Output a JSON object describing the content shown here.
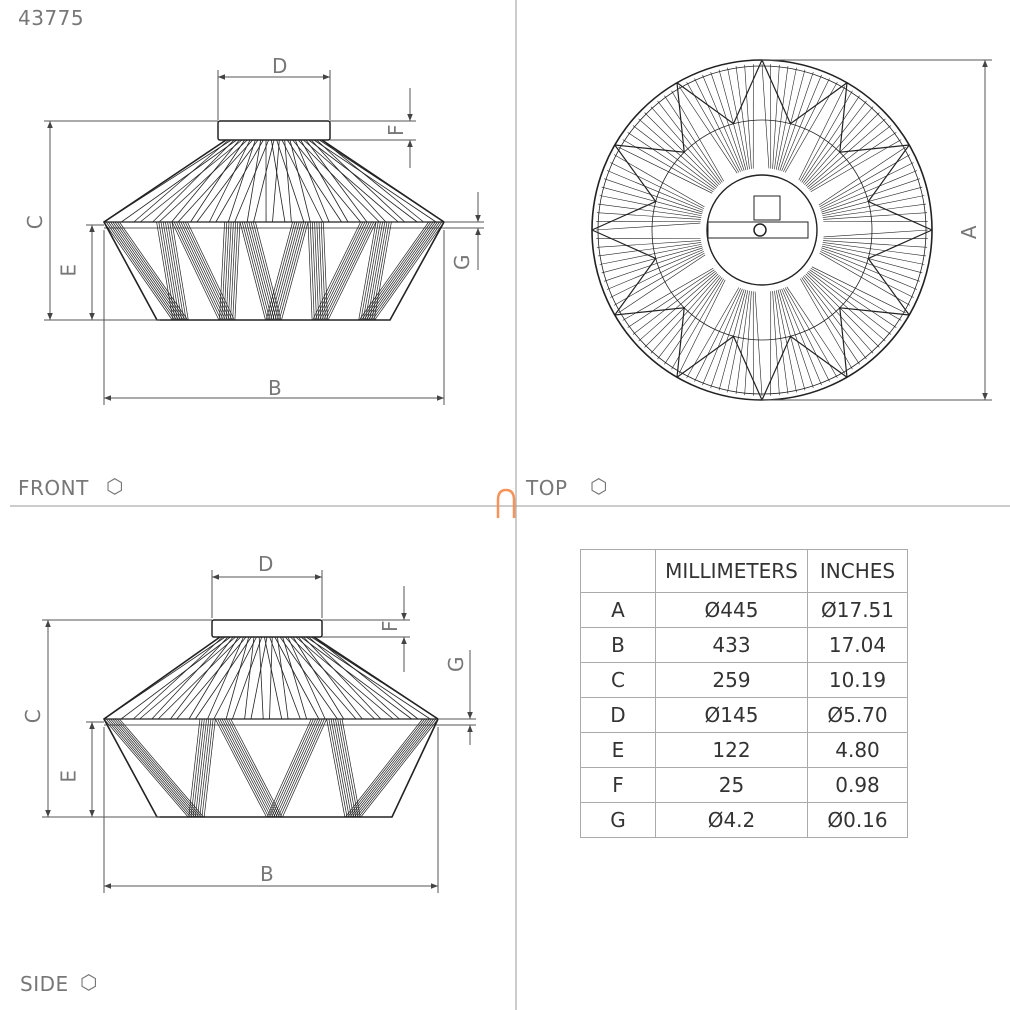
{
  "sheet": {
    "product_number": "43775",
    "views": {
      "front": "FRONT",
      "top": "TOP",
      "side": "SIDE"
    },
    "dimension_letters": {
      "a": "A",
      "b": "B",
      "c": "C",
      "d": "D",
      "e": "E",
      "f": "F",
      "g": "G"
    },
    "accent_color": "#f5935a",
    "line_color": "#222222"
  },
  "table": {
    "headers": [
      "",
      "MILLIMETERS",
      "INCHES"
    ],
    "rows": [
      {
        "dim": "A",
        "mm": "Ø445",
        "in": "Ø17.51"
      },
      {
        "dim": "B",
        "mm": "433",
        "in": "17.04"
      },
      {
        "dim": "C",
        "mm": "259",
        "in": "10.19"
      },
      {
        "dim": "D",
        "mm": "Ø145",
        "in": "Ø5.70"
      },
      {
        "dim": "E",
        "mm": "122",
        "in": "4.80"
      },
      {
        "dim": "F",
        "mm": "25",
        "in": "0.98"
      },
      {
        "dim": "G",
        "mm": "Ø4.2",
        "in": "Ø0.16"
      }
    ]
  }
}
